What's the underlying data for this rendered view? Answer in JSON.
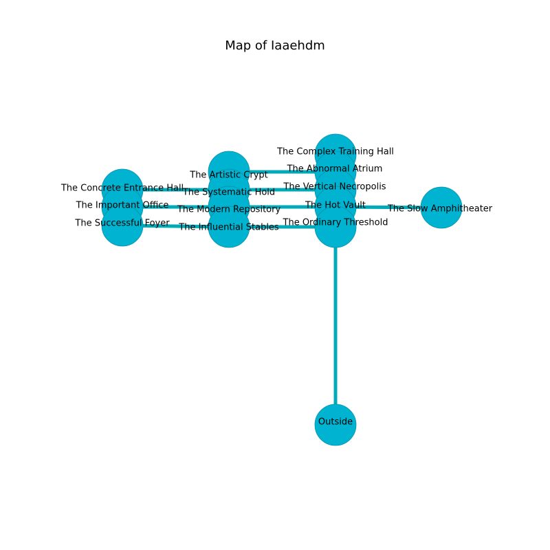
{
  "title": "Map of Iaaehdm",
  "colors": {
    "node_fill": "#00b4d1",
    "node_stroke": "#0a8fa8",
    "edge": "#00aab8"
  },
  "rooms": [
    {
      "id": "complex_training_hall",
      "label": "The Complex Training Hall"
    },
    {
      "id": "abnormal_atrium",
      "label": "The Abnormal Atrium"
    },
    {
      "id": "vertical_necropolis",
      "label": "The Vertical Necropolis"
    },
    {
      "id": "hot_vault",
      "label": "The Hot Vault"
    },
    {
      "id": "ordinary_threshold",
      "label": "The Ordinary Threshold"
    },
    {
      "id": "artistic_crypt",
      "label": "The Artistic Crypt"
    },
    {
      "id": "systematic_hold",
      "label": "The Systematic Hold"
    },
    {
      "id": "modern_repository",
      "label": "The Modern Repository"
    },
    {
      "id": "influential_stables",
      "label": "The Influential Stables"
    },
    {
      "id": "concrete_entrance_hall",
      "label": "The Concrete Entrance Hall"
    },
    {
      "id": "important_office",
      "label": "The Important Office"
    },
    {
      "id": "successful_foyer",
      "label": "The Successful Foyer"
    },
    {
      "id": "slow_amphitheater",
      "label": "The Slow Amphitheater"
    },
    {
      "id": "outside",
      "label": "Outside"
    }
  ],
  "connections": [
    [
      "artistic_crypt",
      "abnormal_atrium"
    ],
    [
      "systematic_hold",
      "vertical_necropolis"
    ],
    [
      "modern_repository",
      "hot_vault"
    ],
    [
      "influential_stables",
      "ordinary_threshold"
    ],
    [
      "concrete_entrance_hall",
      "systematic_hold"
    ],
    [
      "important_office",
      "modern_repository"
    ],
    [
      "successful_foyer",
      "influential_stables"
    ],
    [
      "hot_vault",
      "slow_amphitheater"
    ],
    [
      "ordinary_threshold",
      "outside"
    ]
  ]
}
